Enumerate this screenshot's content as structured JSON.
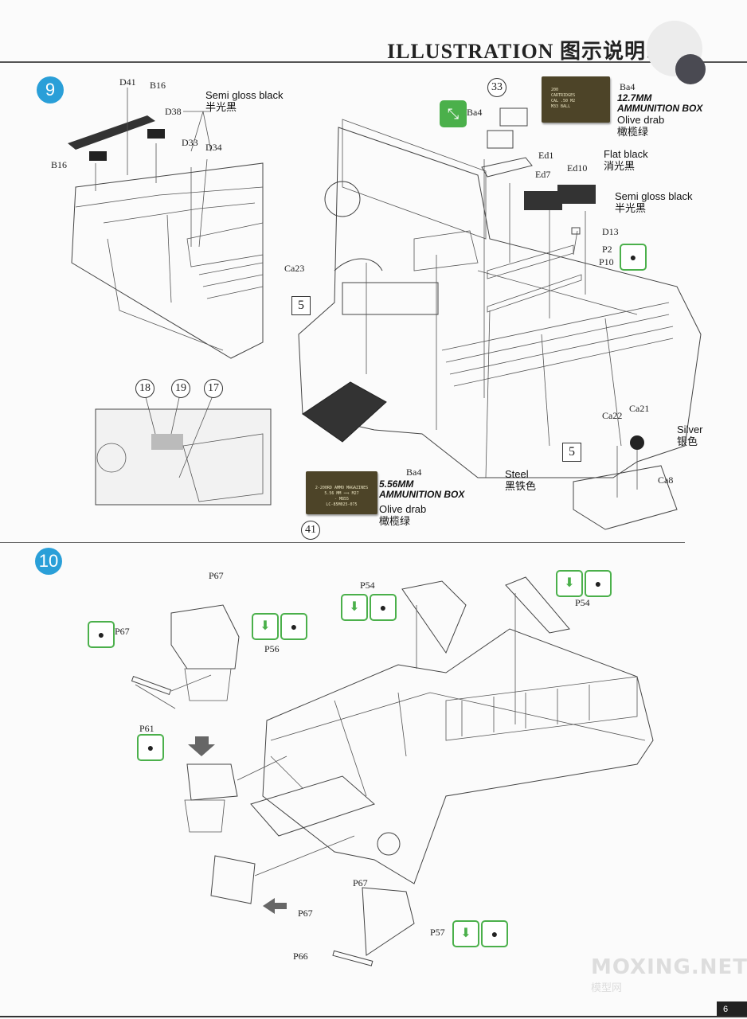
{
  "header": {
    "title": "ILLUSTRATION 图示说明:"
  },
  "step9": {
    "number": "9",
    "labels": {
      "d41": "D41",
      "b16_top": "B16",
      "b16_left": "B16",
      "d38": "D38",
      "d33": "D33",
      "d34": "D34",
      "ba4_a": "Ba4",
      "ba4_b": "Ba4",
      "ed1": "Ed1",
      "ed7": "Ed7",
      "ed10": "Ed10",
      "d13": "D13",
      "p2": "P2",
      "p10": "P10",
      "ca23": "Ca23",
      "ca22": "Ca22",
      "ca21": "Ca21",
      "ca8": "Ca8",
      "ba4_c": "Ba4"
    },
    "paint_semi_gloss_1": {
      "en": "Semi gloss black",
      "cn": "半光黑"
    },
    "paint_semi_gloss_2": {
      "en": "Semi gloss black",
      "cn": "半光黑"
    },
    "paint_flat_black": {
      "en": "Flat black",
      "cn": "消光黑"
    },
    "paint_olive_1": {
      "en": "Olive drab",
      "cn": "橄榄绿"
    },
    "paint_olive_2": {
      "en": "Olive drab",
      "cn": "橄榄绿"
    },
    "paint_silver": {
      "en": "Silver",
      "cn": "银色"
    },
    "paint_steel": {
      "en": "Steel",
      "cn": "黑铁色"
    },
    "ammo_127": {
      "title": "12.7MM",
      "sub": "AMMUNITION BOX",
      "ref": "33"
    },
    "ammo_556": {
      "title": "5.56MM",
      "sub": "AMMUNITION BOX",
      "ref": "41",
      "print1": "2-200RD AMMO MAGAZINES",
      "print2": "5.56 MM ⟹ M27",
      "print3": "- M855",
      "print4": "LC-85M025-075"
    },
    "ammo_127_print": [
      "200",
      "CARTRIDGES",
      "CAL .50 M2",
      "M33 BALL"
    ],
    "circled_refs": [
      "18",
      "19",
      "17"
    ],
    "box_refs": [
      "5",
      "5"
    ]
  },
  "step10": {
    "number": "10",
    "labels": {
      "p67_a": "P67",
      "p67_b": "P67",
      "p56": "P56",
      "p61": "P61",
      "p54_a": "P54",
      "p54_b": "P54",
      "p67_c": "P67",
      "p67_d": "P67",
      "p57": "P57",
      "p66": "P66"
    }
  },
  "footer": {
    "page": "6",
    "watermark": "MOXING.NET",
    "watermark_cn": "模型网"
  },
  "colors": {
    "accent_blue": "#2a9fd8",
    "icon_green": "#4bb04b",
    "ammo_olive": "#4d4428"
  }
}
